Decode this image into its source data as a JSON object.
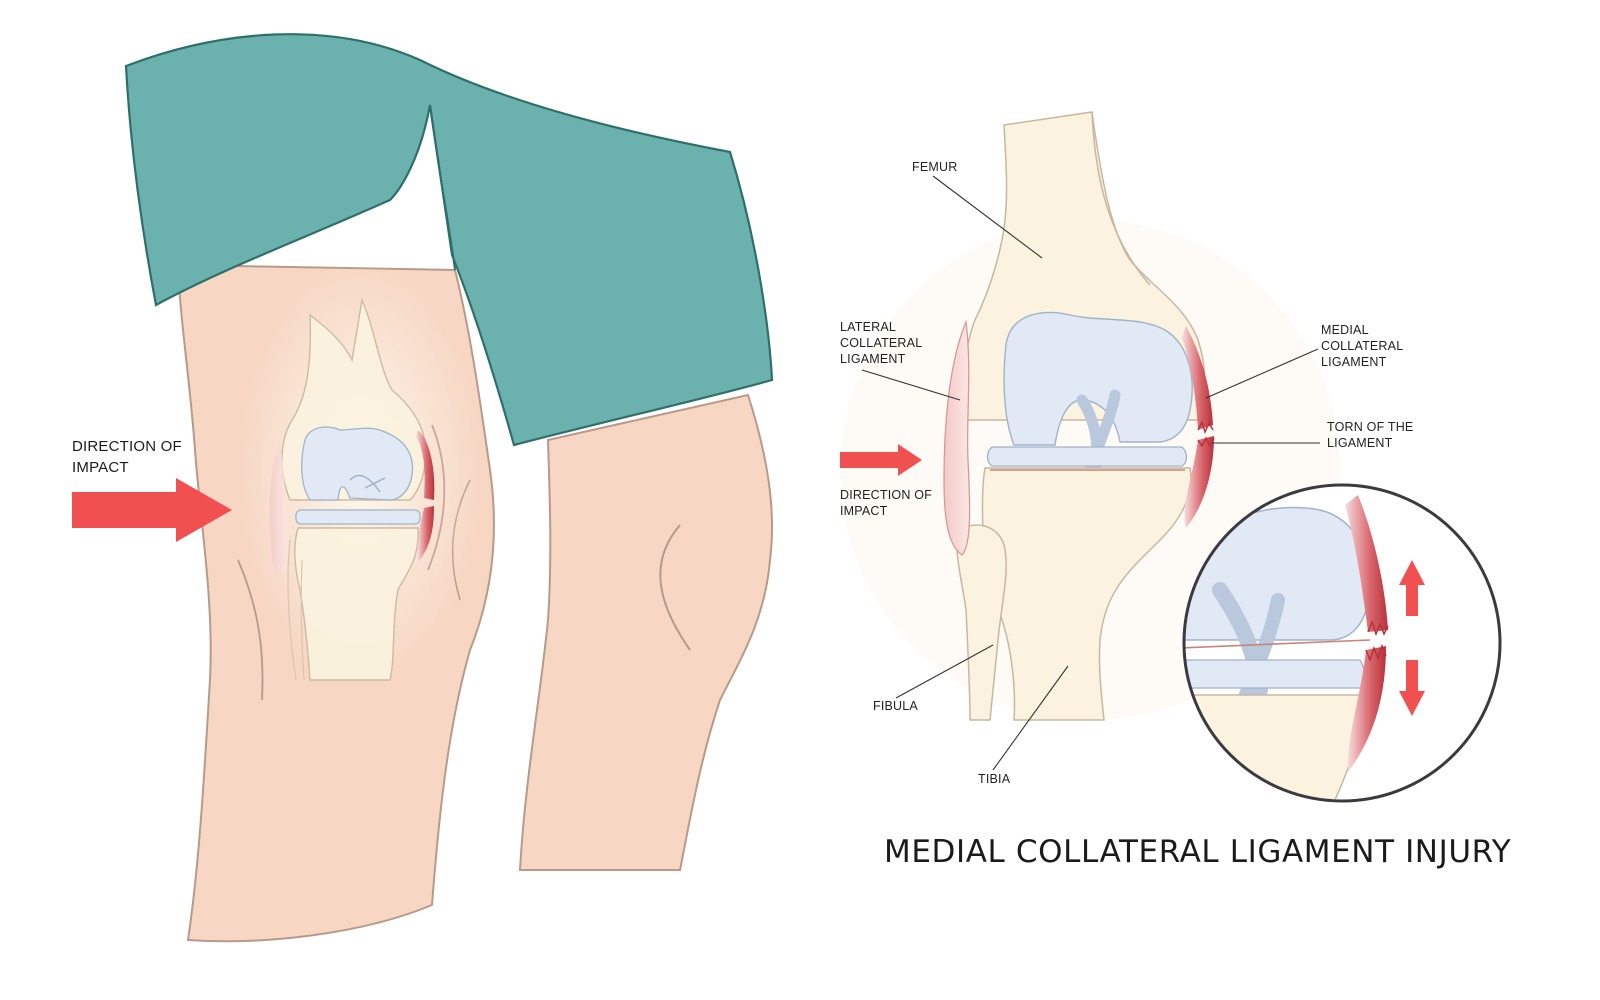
{
  "left_panel": {
    "impact_label_lines": [
      "DIRECTION OF",
      "IMPACT"
    ]
  },
  "right_panel": {
    "labels": {
      "femur": [
        "FEMUR"
      ],
      "lateral_collateral_ligament": [
        "LATERAL",
        "COLLATERAL",
        "LIGAMENT"
      ],
      "medial_collateral_ligament": [
        "MEDIAL",
        "COLLATERAL",
        "LIGAMENT"
      ],
      "torn_ligament": [
        "TORN OF THE",
        "LIGAMENT"
      ],
      "direction_of_impact": [
        "DIRECTION OF",
        "IMPACT"
      ],
      "fibula": [
        "FIBULA"
      ],
      "tibia": [
        "TIBIA"
      ]
    },
    "title": "MEDIAL COLLATERAL LIGAMENT INJURY"
  },
  "colors": {
    "shorts": "#6bb1ad",
    "skin": "#f7d7c4",
    "bone": "#fbf3df",
    "cartilage": "#e1e9f4",
    "ligament_red": "#c8414b",
    "arrow_red": "#f05150",
    "outline": "#b89a8a"
  }
}
